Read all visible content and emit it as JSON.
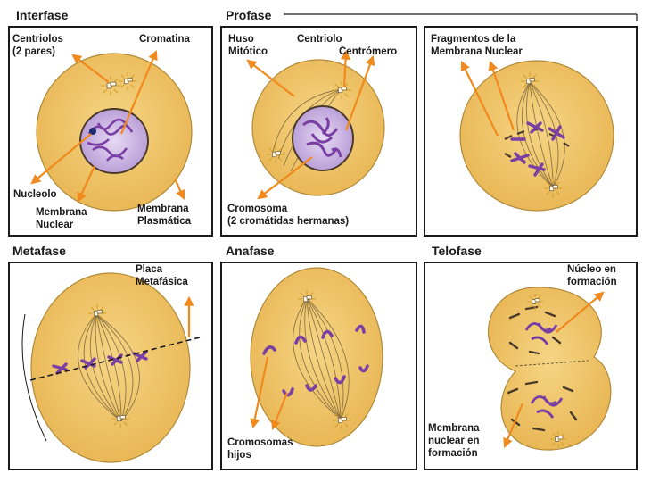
{
  "colors": {
    "cell_fill": "#f1c66b",
    "cell_border": "#b08a3a",
    "arrow": "#f08a1e",
    "chromatin": "#7a3fa4",
    "nucleus_bg": "#d8c6ec"
  },
  "panels": {
    "interfase": {
      "title": "Interfase",
      "labels": {
        "centriolos_1": "Centriolos",
        "centriolos_2": "(2 pares)",
        "cromatina": "Cromatina",
        "nucleolo": "Nucleolo",
        "membrana_nuclear_1": "Membrana",
        "membrana_nuclear_2": "Nuclear",
        "membrana_plasmatica_1": "Membrana",
        "membrana_plasmatica_2": "Plasmática"
      }
    },
    "profase": {
      "title": "Profase",
      "labels": {
        "huso_1": "Huso",
        "huso_2": "Mitótico",
        "centriolo": "Centriolo",
        "centromero": "Centrómero",
        "cromosoma_1": "Cromosoma",
        "cromosoma_2": "(2 cromátidas hermanas)"
      }
    },
    "prometafase": {
      "labels": {
        "fragmentos_1": "Fragmentos de la",
        "fragmentos_2": "Membrana Nuclear"
      }
    },
    "metafase": {
      "title": "Metafase",
      "labels": {
        "placa_1": "Placa",
        "placa_2": "Metafásica"
      }
    },
    "anafase": {
      "title": "Anafase",
      "labels": {
        "cromosomas_1": "Cromosomas",
        "cromosomas_2": "hijos"
      }
    },
    "telofase": {
      "title": "Telofase",
      "labels": {
        "nucleo_1": "Núcleo en",
        "nucleo_2": "formación",
        "membrana_1": "Membrana",
        "membrana_2": "nuclear en",
        "membrana_3": "formación"
      }
    }
  }
}
